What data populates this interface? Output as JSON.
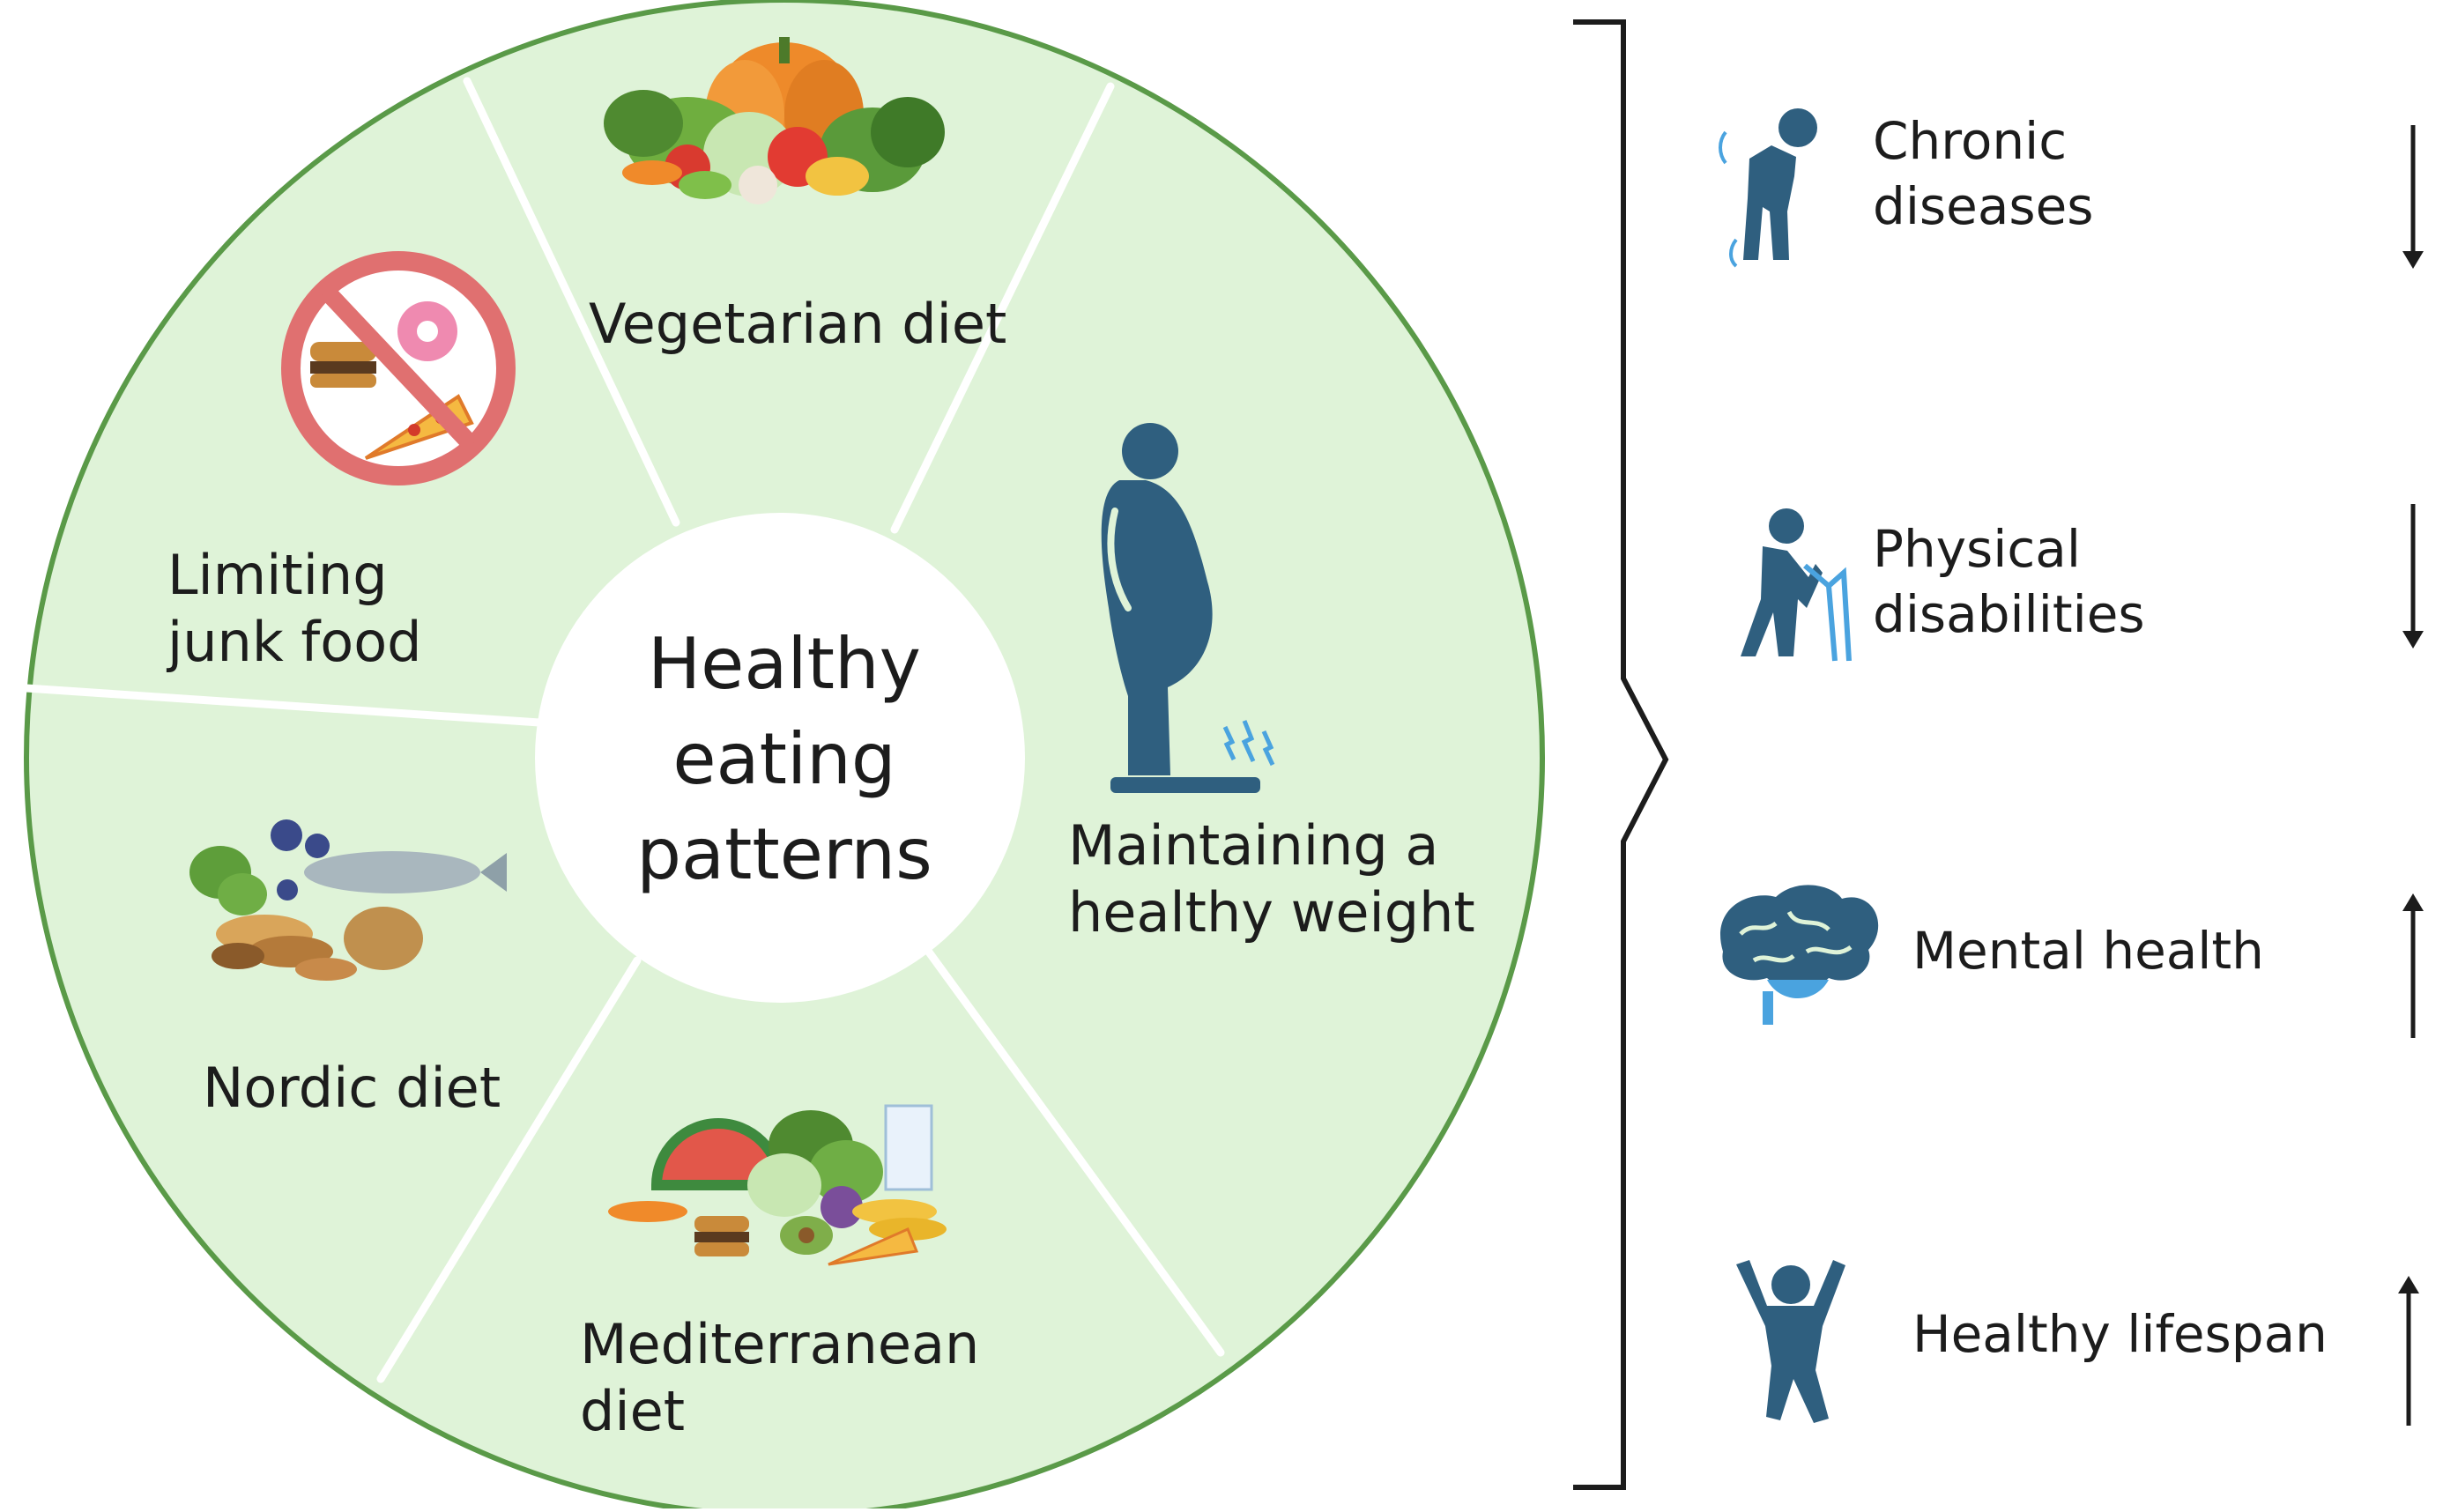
{
  "diagram": {
    "center_title": "Healthy\neating\npatterns",
    "segments": [
      {
        "label": "Vegetarian diet"
      },
      {
        "label": "Maintaining a\nhealthy weight"
      },
      {
        "label": "Mediterranean\ndiet"
      },
      {
        "label": "Nordic diet"
      },
      {
        "label": "Limiting\njunk food"
      }
    ],
    "outcomes": [
      {
        "label": "Chronic\ndiseases",
        "icon": "hunched-person-icon",
        "trend": "down"
      },
      {
        "label": "Physical\ndisabilities",
        "icon": "person-with-walker-icon",
        "trend": "down"
      },
      {
        "label": "Mental health",
        "icon": "brain-icon",
        "trend": "up"
      },
      {
        "label": "Healthy lifespan",
        "icon": "jumping-person-icon",
        "trend": "up"
      }
    ],
    "colors": {
      "segment_fill": "#dff3d8",
      "segment_border": "#5a9a48",
      "icon_blue": "#2f5f7f",
      "accent_blue": "#4aa3df"
    }
  }
}
